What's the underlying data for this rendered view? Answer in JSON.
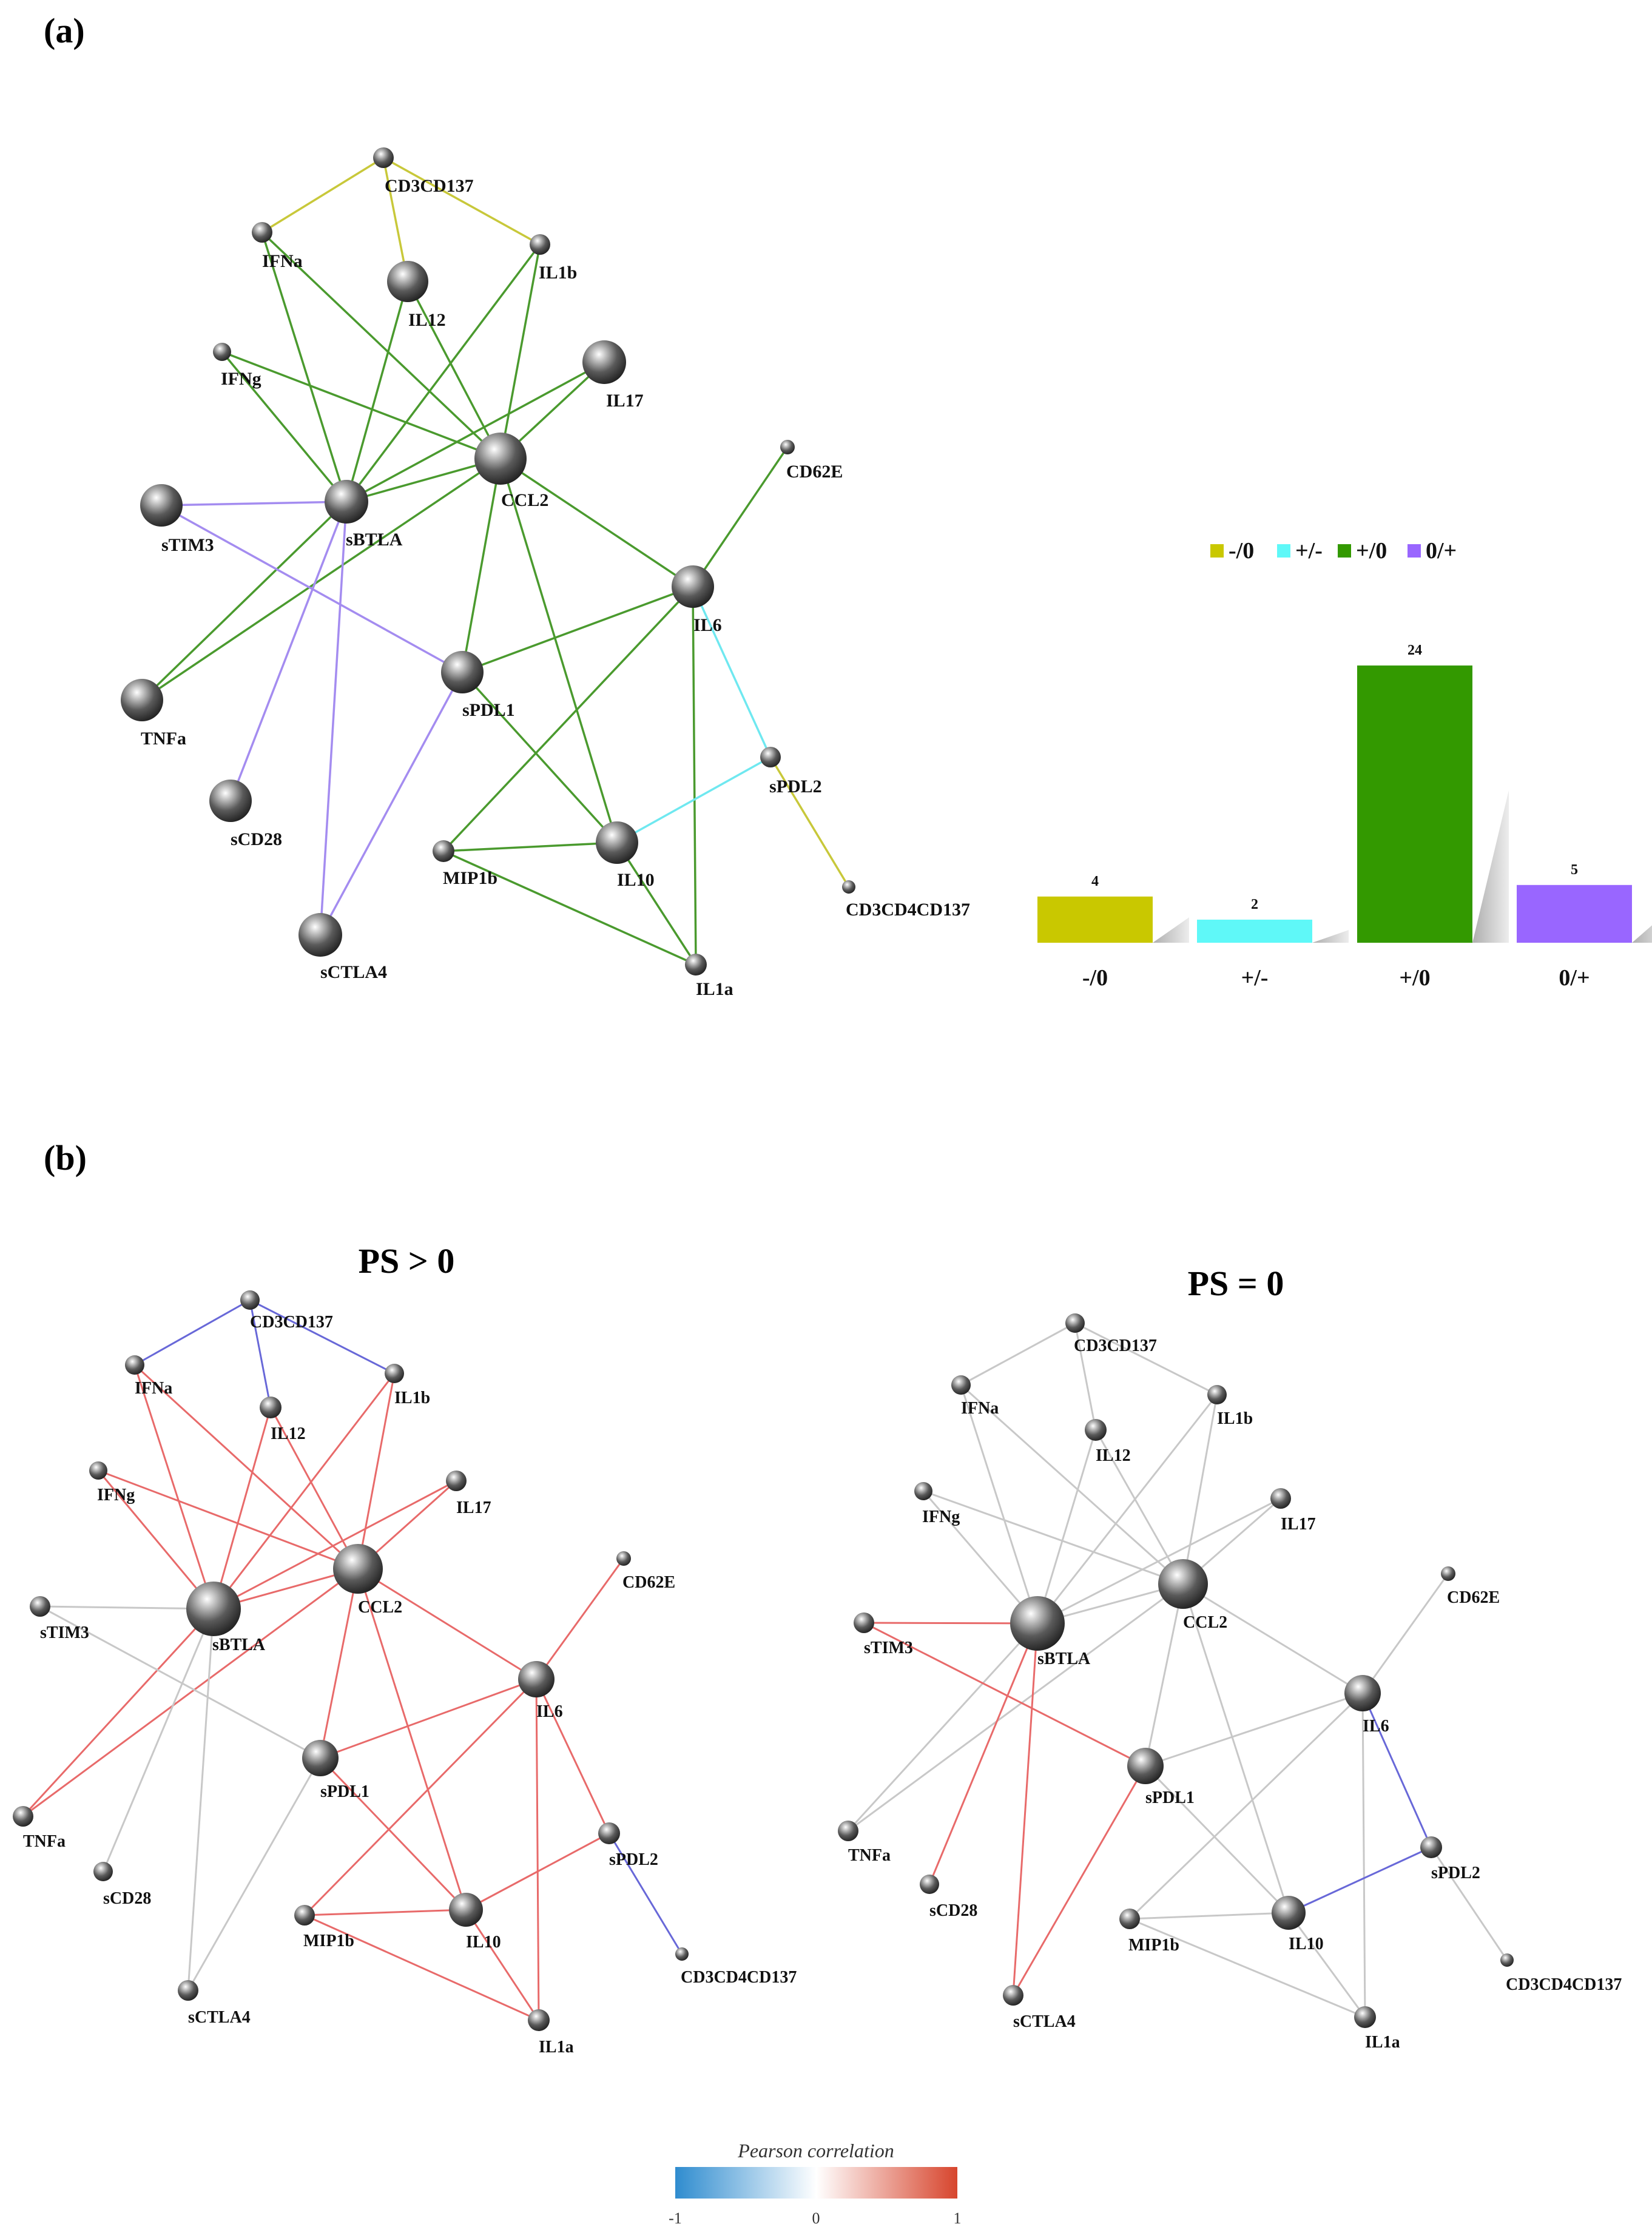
{
  "panel_a": {
    "tag": "(a)",
    "legend": [
      {
        "key": "-/0",
        "color": "#c9c800"
      },
      {
        "key": "+/-",
        "color": "#5ff8f8"
      },
      {
        "key": "+/0",
        "color": "#339900"
      },
      {
        "key": "0/+",
        "color": "#9966ff"
      }
    ],
    "chart_data": {
      "type": "bar",
      "categories": [
        "-/0",
        "+/-",
        "+/0",
        "0/+"
      ],
      "values": [
        4,
        2,
        24,
        5
      ],
      "colors": [
        "#c9c800",
        "#5ff8f8",
        "#339900",
        "#9966ff"
      ],
      "ylim": [
        0,
        24
      ]
    }
  },
  "panel_b": {
    "tag": "(b)",
    "left_title": "PS > 0",
    "right_title": "PS = 0",
    "colorbar": {
      "title": "Pearson correlation",
      "ticks": [
        "-1",
        "0",
        "1"
      ],
      "colors": [
        "#2f8ccf",
        "#ffffff",
        "#d7452d"
      ]
    }
  },
  "edge_colors": {
    "green": "#4a9a2e",
    "yellow": "#c8c83a",
    "cyan": "#6fe8f0",
    "purple": "#a48cf0",
    "red": "#e86a6a",
    "blue": "#6868d8",
    "gray": "#c8c8c8"
  },
  "networks": {
    "a": {
      "nodes": [
        {
          "id": "CD3CD137",
          "label": "CD3CD137"
        },
        {
          "id": "IFNa",
          "label": "IFNa"
        },
        {
          "id": "IL1b",
          "label": "IL1b"
        },
        {
          "id": "IL12",
          "label": "IL12"
        },
        {
          "id": "IFNg",
          "label": "IFNg"
        },
        {
          "id": "IL17",
          "label": "IL17"
        },
        {
          "id": "CD62E",
          "label": "CD62E"
        },
        {
          "id": "CCL2",
          "label": "CCL2"
        },
        {
          "id": "sTIM3",
          "label": "sTIM3"
        },
        {
          "id": "sBTLA",
          "label": "sBTLA"
        },
        {
          "id": "IL6",
          "label": "IL6"
        },
        {
          "id": "sPDL1",
          "label": "sPDL1"
        },
        {
          "id": "TNFa",
          "label": "TNFa"
        },
        {
          "id": "sPDL2",
          "label": "sPDL2"
        },
        {
          "id": "sCD28",
          "label": "sCD28"
        },
        {
          "id": "IL10",
          "label": "IL10"
        },
        {
          "id": "MIP1b",
          "label": "MIP1b"
        },
        {
          "id": "CD3CD4CD137",
          "label": "CD3CD4CD137"
        },
        {
          "id": "sCTLA4",
          "label": "sCTLA4"
        },
        {
          "id": "IL1a",
          "label": "IL1a"
        }
      ],
      "edges": [
        [
          "CD3CD137",
          "IFNa",
          "yellow"
        ],
        [
          "CD3CD137",
          "IL1b",
          "yellow"
        ],
        [
          "CD3CD137",
          "IL12",
          "yellow"
        ],
        [
          "IFNa",
          "sBTLA",
          "green"
        ],
        [
          "IFNa",
          "CCL2",
          "green"
        ],
        [
          "IL12",
          "sBTLA",
          "green"
        ],
        [
          "IL12",
          "CCL2",
          "green"
        ],
        [
          "IL1b",
          "sBTLA",
          "green"
        ],
        [
          "IL1b",
          "CCL2",
          "green"
        ],
        [
          "IFNg",
          "sBTLA",
          "green"
        ],
        [
          "IFNg",
          "CCL2",
          "green"
        ],
        [
          "IL17",
          "sBTLA",
          "green"
        ],
        [
          "IL17",
          "CCL2",
          "green"
        ],
        [
          "CCL2",
          "sBTLA",
          "green"
        ],
        [
          "CCL2",
          "IL6",
          "green"
        ],
        [
          "CCL2",
          "sPDL1",
          "green"
        ],
        [
          "CCL2",
          "IL10",
          "green"
        ],
        [
          "CCL2",
          "TNFa",
          "green"
        ],
        [
          "sBTLA",
          "TNFa",
          "green"
        ],
        [
          "CD62E",
          "IL6",
          "green"
        ],
        [
          "IL6",
          "sPDL1",
          "green"
        ],
        [
          "IL6",
          "MIP1b",
          "green"
        ],
        [
          "IL6",
          "IL1a",
          "green"
        ],
        [
          "sPDL1",
          "IL10",
          "green"
        ],
        [
          "MIP1b",
          "IL10",
          "green"
        ],
        [
          "MIP1b",
          "IL1a",
          "green"
        ],
        [
          "IL10",
          "IL1a",
          "green"
        ],
        [
          "IL6",
          "sPDL2",
          "cyan"
        ],
        [
          "sPDL2",
          "IL10",
          "cyan"
        ],
        [
          "sPDL2",
          "CD3CD4CD137",
          "yellow"
        ],
        [
          "sTIM3",
          "sBTLA",
          "purple"
        ],
        [
          "sTIM3",
          "sPDL1",
          "purple"
        ],
        [
          "sBTLA",
          "sCD28",
          "purple"
        ],
        [
          "sBTLA",
          "sCTLA4",
          "purple"
        ],
        [
          "sPDL1",
          "sCTLA4",
          "purple"
        ]
      ]
    },
    "b_left": {
      "edges": [
        [
          "CD3CD137",
          "IFNa",
          "blue"
        ],
        [
          "CD3CD137",
          "IL1b",
          "blue"
        ],
        [
          "CD3CD137",
          "IL12",
          "blue"
        ],
        [
          "IFNa",
          "sBTLA",
          "red"
        ],
        [
          "IFNa",
          "CCL2",
          "red"
        ],
        [
          "IL12",
          "sBTLA",
          "red"
        ],
        [
          "IL12",
          "CCL2",
          "red"
        ],
        [
          "IL1b",
          "sBTLA",
          "red"
        ],
        [
          "IL1b",
          "CCL2",
          "red"
        ],
        [
          "IFNg",
          "sBTLA",
          "red"
        ],
        [
          "IFNg",
          "CCL2",
          "red"
        ],
        [
          "IL17",
          "sBTLA",
          "red"
        ],
        [
          "IL17",
          "CCL2",
          "red"
        ],
        [
          "CCL2",
          "sBTLA",
          "red"
        ],
        [
          "CCL2",
          "IL6",
          "red"
        ],
        [
          "CCL2",
          "sPDL1",
          "red"
        ],
        [
          "CCL2",
          "IL10",
          "red"
        ],
        [
          "CCL2",
          "TNFa",
          "red"
        ],
        [
          "sBTLA",
          "TNFa",
          "red"
        ],
        [
          "CD62E",
          "IL6",
          "red"
        ],
        [
          "IL6",
          "sPDL1",
          "red"
        ],
        [
          "IL6",
          "MIP1b",
          "red"
        ],
        [
          "IL6",
          "IL1a",
          "red"
        ],
        [
          "sPDL1",
          "IL10",
          "red"
        ],
        [
          "MIP1b",
          "IL10",
          "red"
        ],
        [
          "MIP1b",
          "IL1a",
          "red"
        ],
        [
          "IL10",
          "IL1a",
          "red"
        ],
        [
          "IL6",
          "sPDL2",
          "red"
        ],
        [
          "sPDL2",
          "IL10",
          "red"
        ],
        [
          "sPDL2",
          "CD3CD4CD137",
          "blue"
        ],
        [
          "sTIM3",
          "sBTLA",
          "gray"
        ],
        [
          "sTIM3",
          "sPDL1",
          "gray"
        ],
        [
          "sBTLA",
          "sCD28",
          "gray"
        ],
        [
          "sBTLA",
          "sCTLA4",
          "gray"
        ],
        [
          "sPDL1",
          "sCTLA4",
          "gray"
        ]
      ]
    },
    "b_right": {
      "edges": [
        [
          "CD3CD137",
          "IFNa",
          "gray"
        ],
        [
          "CD3CD137",
          "IL1b",
          "gray"
        ],
        [
          "CD3CD137",
          "IL12",
          "gray"
        ],
        [
          "IFNa",
          "sBTLA",
          "gray"
        ],
        [
          "IFNa",
          "CCL2",
          "gray"
        ],
        [
          "IL12",
          "sBTLA",
          "gray"
        ],
        [
          "IL12",
          "CCL2",
          "gray"
        ],
        [
          "IL1b",
          "sBTLA",
          "gray"
        ],
        [
          "IL1b",
          "CCL2",
          "gray"
        ],
        [
          "IFNg",
          "sBTLA",
          "gray"
        ],
        [
          "IFNg",
          "CCL2",
          "gray"
        ],
        [
          "IL17",
          "sBTLA",
          "gray"
        ],
        [
          "IL17",
          "CCL2",
          "gray"
        ],
        [
          "CCL2",
          "sBTLA",
          "gray"
        ],
        [
          "CCL2",
          "IL6",
          "gray"
        ],
        [
          "CCL2",
          "sPDL1",
          "gray"
        ],
        [
          "CCL2",
          "IL10",
          "gray"
        ],
        [
          "CCL2",
          "TNFa",
          "gray"
        ],
        [
          "sBTLA",
          "TNFa",
          "gray"
        ],
        [
          "CD62E",
          "IL6",
          "gray"
        ],
        [
          "IL6",
          "sPDL1",
          "gray"
        ],
        [
          "IL6",
          "MIP1b",
          "gray"
        ],
        [
          "IL6",
          "IL1a",
          "gray"
        ],
        [
          "sPDL1",
          "IL10",
          "gray"
        ],
        [
          "MIP1b",
          "IL10",
          "gray"
        ],
        [
          "MIP1b",
          "IL1a",
          "gray"
        ],
        [
          "IL10",
          "IL1a",
          "gray"
        ],
        [
          "IL6",
          "sPDL2",
          "blue"
        ],
        [
          "sPDL2",
          "IL10",
          "blue"
        ],
        [
          "sPDL2",
          "CD3CD4CD137",
          "gray"
        ],
        [
          "sTIM3",
          "sBTLA",
          "red"
        ],
        [
          "sTIM3",
          "sPDL1",
          "red"
        ],
        [
          "sBTLA",
          "sCD28",
          "red"
        ],
        [
          "sBTLA",
          "sCTLA4",
          "red"
        ],
        [
          "sPDL1",
          "sCTLA4",
          "red"
        ]
      ]
    }
  }
}
